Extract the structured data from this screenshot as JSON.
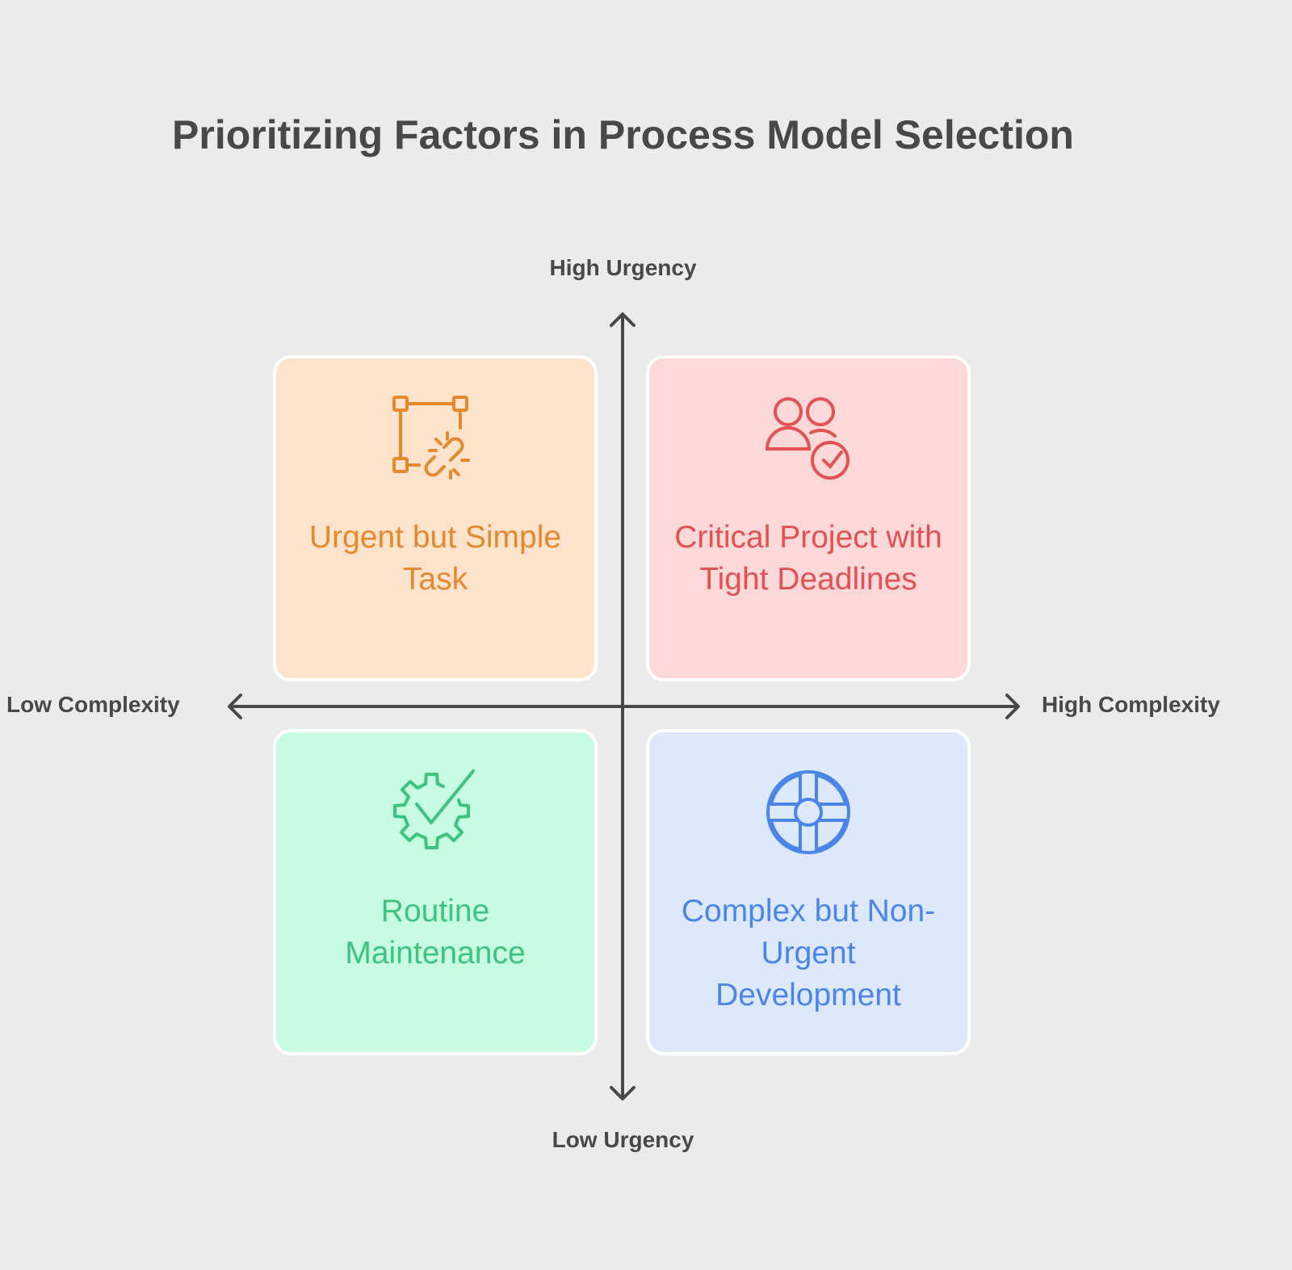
{
  "title": "Prioritizing Factors in Process Model Selection",
  "axes": {
    "top": "High Urgency",
    "bottom": "Low Urgency",
    "left": "Low Complexity",
    "right": "High Complexity"
  },
  "quadrants": [
    {
      "label": "Urgent but Simple Task",
      "icon": "broken-link-nodes-icon",
      "color": "#e5892f",
      "fill": "#fde3cb"
    },
    {
      "label": "Critical Project with Tight Deadlines",
      "icon": "team-check-icon",
      "color": "#e25252",
      "fill": "#fdd8d8"
    },
    {
      "label": "Routine Maintenance",
      "icon": "gear-check-icon",
      "color": "#3cc47f",
      "fill": "#c7fce2"
    },
    {
      "label": "Complex but Non-Urgent Development",
      "icon": "lifebuoy-icon",
      "color": "#4a86e8",
      "fill": "#dde8fd"
    }
  ]
}
